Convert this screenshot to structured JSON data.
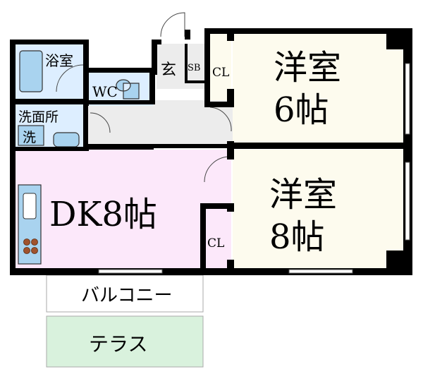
{
  "rooms": {
    "bath": "浴室",
    "wc": "WC",
    "entrance": "玄",
    "shoe_box": "SB",
    "closet_upper": "CL",
    "closet_lower": "CL",
    "washroom": "洗面所",
    "washer": "洗",
    "western1_name": "洋室",
    "western1_size": "6帖",
    "western2_name": "洋室",
    "western2_size": "8帖",
    "dk": "DK8帖",
    "balcony": "バルコニー",
    "terrace": "テラス"
  },
  "colors": {
    "wall": "#000000",
    "western_floor": "#fdfbee",
    "dk_floor": "#fce8fa",
    "wet_floor": "#ddeeff",
    "hall_floor": "#ececec",
    "fixture": "#a9d3ef",
    "balcony_floor": "#ffffff",
    "terrace_floor": "#d9f2dd"
  }
}
